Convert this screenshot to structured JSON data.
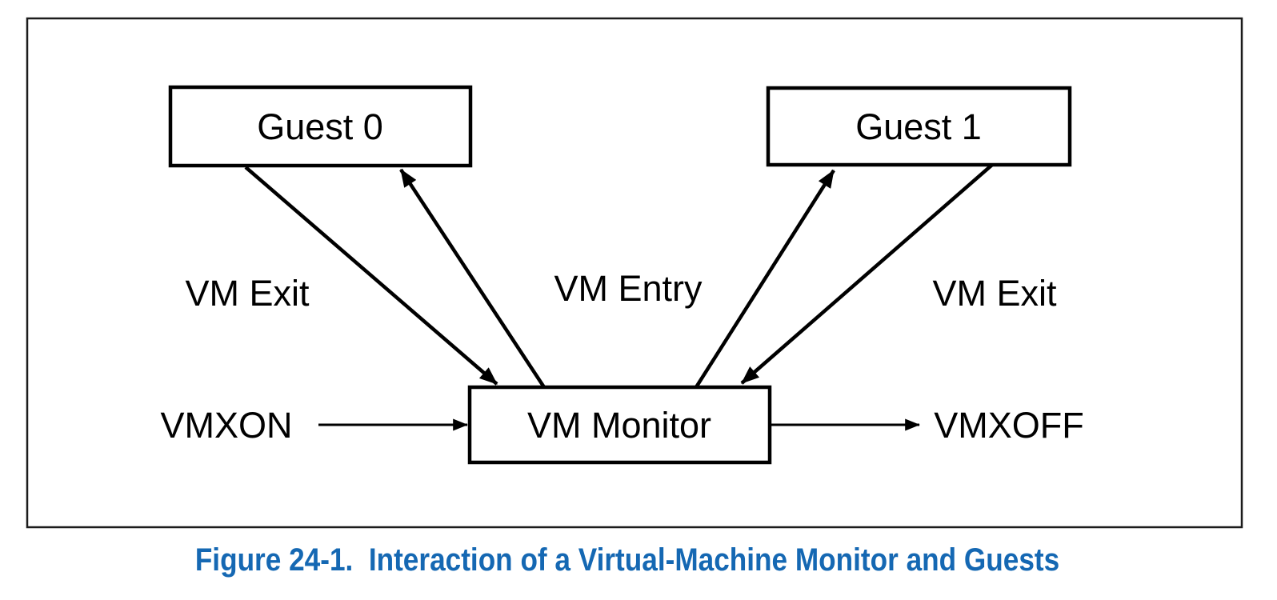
{
  "figure": {
    "boxes": {
      "guest0": "Guest 0",
      "guest1": "Guest 1",
      "vm_monitor": "VM Monitor"
    },
    "labels": {
      "vm_exit_left": "VM Exit",
      "vm_entry": "VM Entry",
      "vm_exit_right": "VM Exit",
      "vmxon": "VMXON",
      "vmxoff": "VMXOFF"
    },
    "caption": "Figure 24-1.  Interaction of a Virtual-Machine Monitor and Guests",
    "colors": {
      "caption_blue": "#1568b3",
      "line_black": "#000000",
      "background": "#ffffff"
    }
  }
}
